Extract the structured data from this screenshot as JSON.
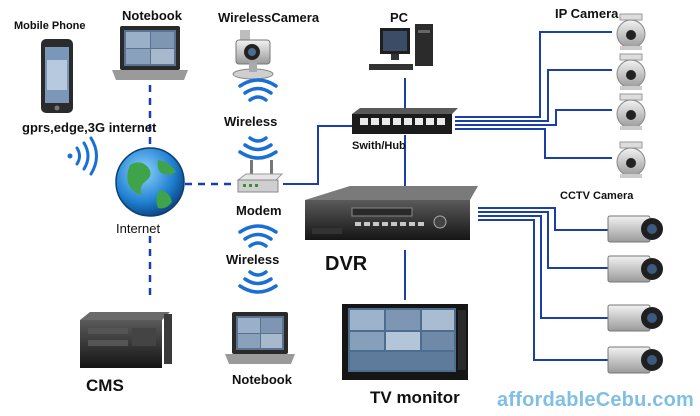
{
  "labels": {
    "mobile_phone": "Mobile Phone",
    "notebook_top": "Notebook",
    "wireless_camera": "WirelessCamera",
    "pc": "PC",
    "ip_camera": "IP Camera",
    "gprs": "gprs,edge,3G internet",
    "wireless_top": "Wireless",
    "switch_hub": "Swith/Hub",
    "internet": "Internet",
    "modem": "Modem",
    "cctv_camera": "CCTV Camera",
    "wireless_bottom": "Wireless",
    "dvr": "DVR",
    "cms": "CMS",
    "notebook_bottom": "Notebook",
    "tv_monitor": "TV monitor"
  },
  "watermark": "affordableCebu.com",
  "colors": {
    "link_line": "#1a3fa8",
    "wireless_waves": "#1a6fd6",
    "watermark": "#7fbfe3"
  }
}
